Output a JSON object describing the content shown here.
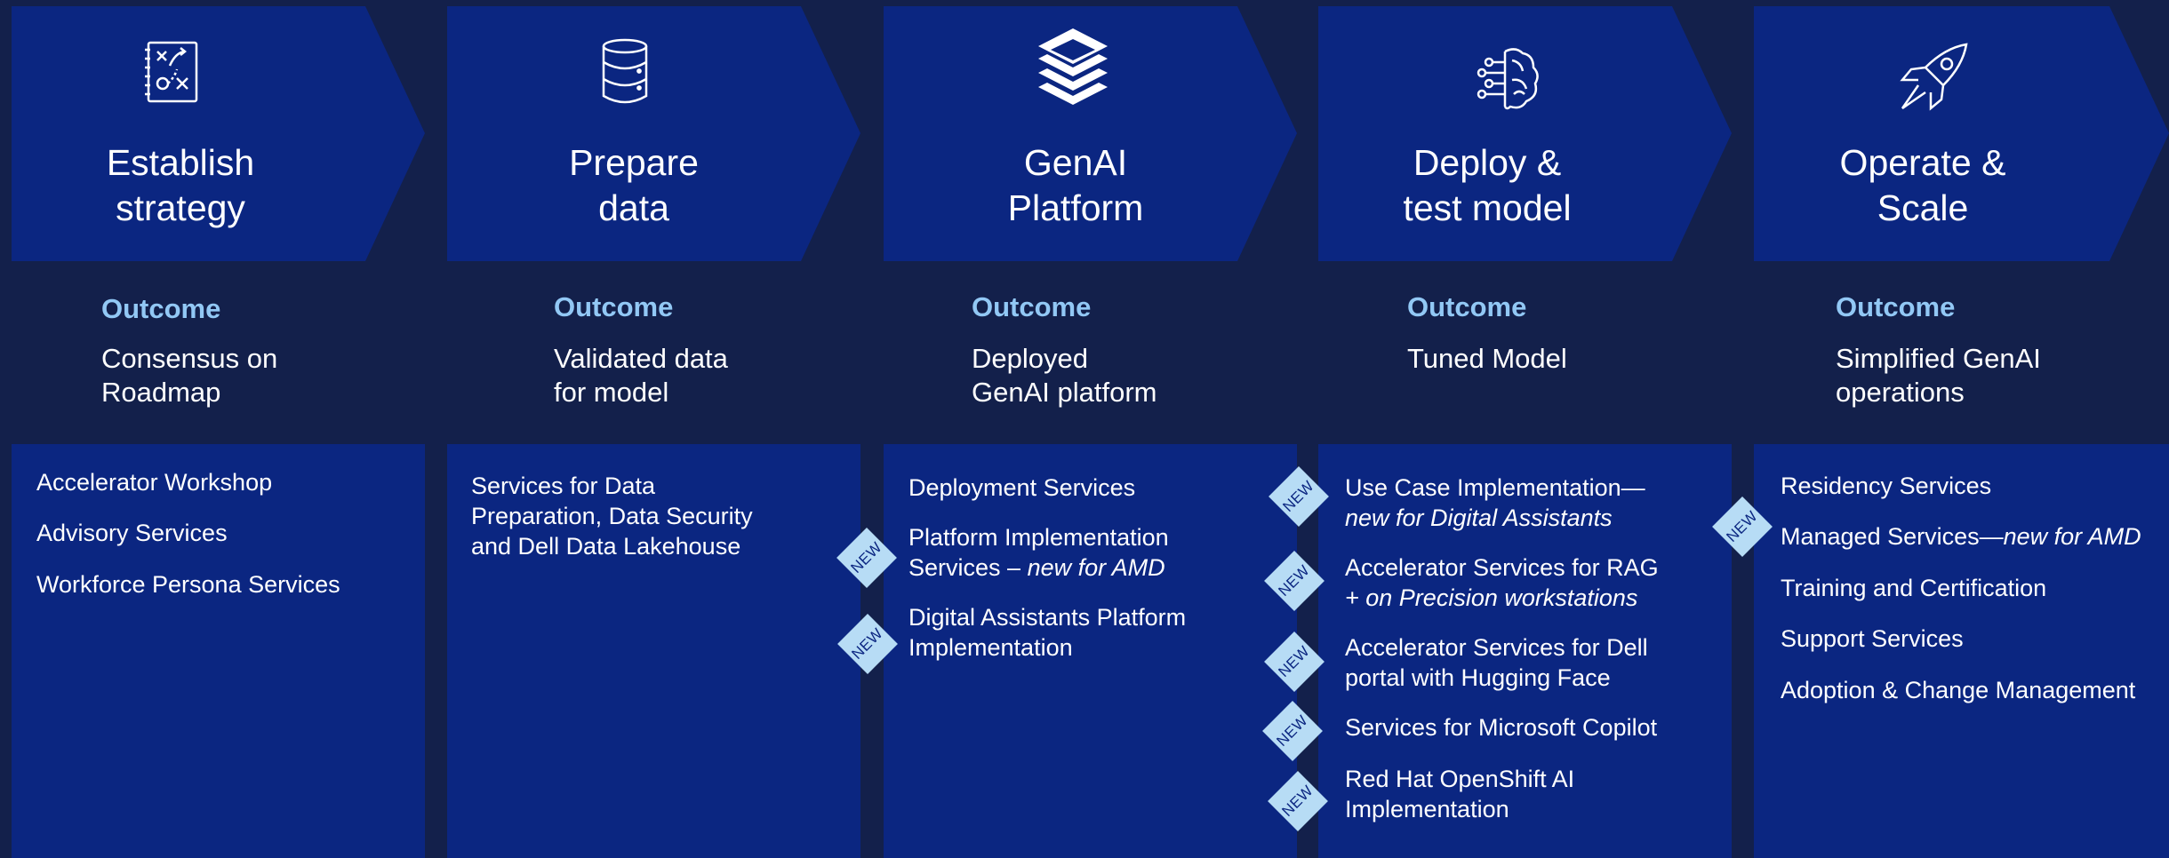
{
  "stages": [
    {
      "title": "Establish\nstrategy",
      "icon": "strategy-board-icon",
      "outcome_label": "Outcome",
      "outcome": "Consensus on\nRoadmap",
      "services": [
        {
          "text": "Accelerator Workshop",
          "italic": ""
        },
        {
          "text": "Advisory Services",
          "italic": ""
        },
        {
          "text": "Workforce Persona Services",
          "italic": ""
        }
      ]
    },
    {
      "title": "Prepare\ndata",
      "icon": "database-icon",
      "outcome_label": "Outcome",
      "outcome": "Validated data\nfor model",
      "services": [
        {
          "text": "Services for Data\nPreparation, Data Security\nand Dell Data Lakehouse",
          "italic": ""
        }
      ]
    },
    {
      "title": "GenAI\nPlatform",
      "icon": "stacked-layers-icon",
      "outcome_label": "Outcome",
      "outcome": "Deployed\nGenAI platform",
      "services": [
        {
          "text": "Deployment Services",
          "italic": ""
        },
        {
          "text": "Platform Implementation\nServices – ",
          "italic": "new for AMD"
        },
        {
          "text": "Digital Assistants Platform\nImplementation",
          "italic": ""
        }
      ]
    },
    {
      "title": "Deploy &\ntest model",
      "icon": "ai-brain-icon",
      "outcome_label": "Outcome",
      "outcome": "Tuned Model",
      "services": [
        {
          "text": "Use Case Implementation—\n",
          "italic": "new for Digital Assistants"
        },
        {
          "text": "Accelerator Services for RAG\n",
          "italic": "+ on Precision workstations"
        },
        {
          "text": "Accelerator Services for Dell\nportal with Hugging Face",
          "italic": ""
        },
        {
          "text": "Services for Microsoft Copilot",
          "italic": ""
        },
        {
          "text": "Red Hat OpenShift AI\nImplementation",
          "italic": ""
        }
      ]
    },
    {
      "title": "Operate &\nScale",
      "icon": "rocket-icon",
      "outcome_label": "Outcome",
      "outcome": "Simplified GenAI\noperations",
      "services": [
        {
          "text": "Residency Services",
          "italic": ""
        },
        {
          "text": "Managed Services—",
          "italic": "new for AMD"
        },
        {
          "text": "Training and Certification",
          "italic": ""
        },
        {
          "text": "Support Services",
          "italic": ""
        },
        {
          "text": "Adoption & Change Management",
          "italic": ""
        }
      ]
    }
  ],
  "badge_label": "NEW",
  "colors": {
    "background": "#13204b",
    "panel": "#0b2681",
    "outcome_label": "#92c8f5",
    "badge": "#b7dcf5"
  }
}
